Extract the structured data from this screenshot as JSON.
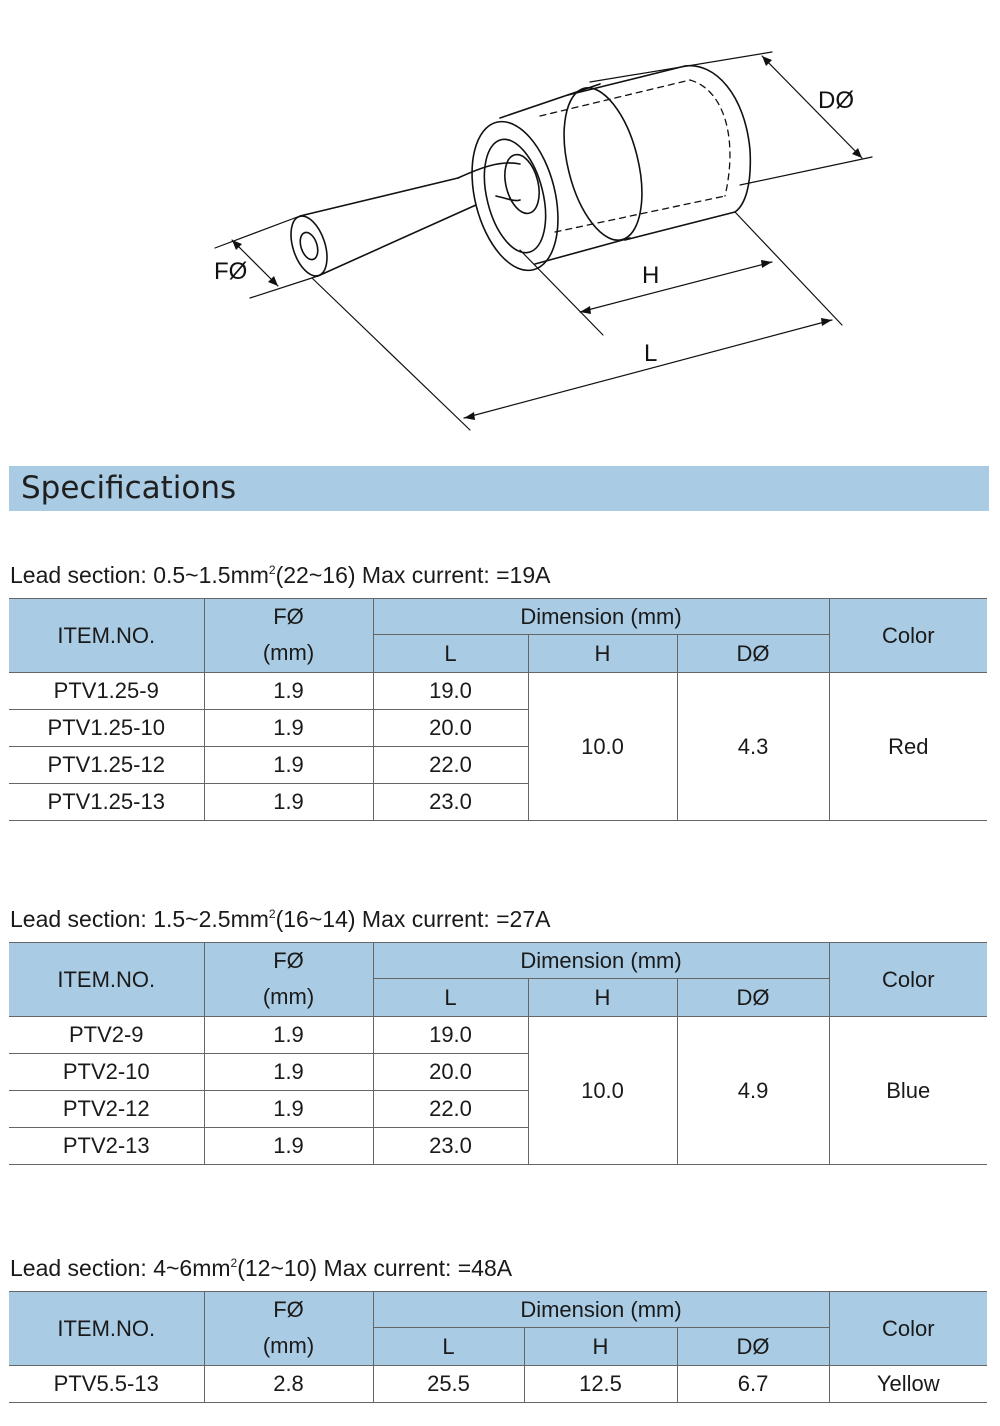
{
  "diagram": {
    "labels": {
      "f_dia": "FØ",
      "d_dia": "DØ",
      "h": "H",
      "l": "L"
    }
  },
  "section_title": "Specifications",
  "header": {
    "item_no": "ITEM.NO.",
    "f_dia": "FØ",
    "f_unit": "(mm)",
    "dimension": "Dimension (mm)",
    "l": "L",
    "h": "H",
    "d_dia": "DØ",
    "color": "Color"
  },
  "tables": [
    {
      "lead_pre": "Lead section: 0.5~1.5mm",
      "lead_sup": "2",
      "lead_post": "(22~16) Max current: =19A",
      "h": "10.0",
      "d": "4.3",
      "color": "Red",
      "rows": [
        {
          "item": "PTV1.25-9",
          "f": "1.9",
          "l": "19.0"
        },
        {
          "item": "PTV1.25-10",
          "f": "1.9",
          "l": "20.0"
        },
        {
          "item": "PTV1.25-12",
          "f": "1.9",
          "l": "22.0"
        },
        {
          "item": "PTV1.25-13",
          "f": "1.9",
          "l": "23.0"
        }
      ]
    },
    {
      "lead_pre": "Lead section: 1.5~2.5mm",
      "lead_sup": "2",
      "lead_post": "(16~14) Max current: =27A",
      "h": "10.0",
      "d": "4.9",
      "color": "Blue",
      "rows": [
        {
          "item": "PTV2-9",
          "f": "1.9",
          "l": "19.0"
        },
        {
          "item": "PTV2-10",
          "f": "1.9",
          "l": "20.0"
        },
        {
          "item": "PTV2-12",
          "f": "1.9",
          "l": "22.0"
        },
        {
          "item": "PTV2-13",
          "f": "1.9",
          "l": "23.0"
        }
      ]
    },
    {
      "lead_pre": "Lead section: 4~6mm",
      "lead_sup": "2",
      "lead_post": "(12~10) Max current: =48A",
      "rows": [
        {
          "item": "PTV5.5-13",
          "f": "2.8",
          "l": "25.5",
          "h": "12.5",
          "d": "6.7",
          "color": "Yellow"
        }
      ]
    }
  ]
}
